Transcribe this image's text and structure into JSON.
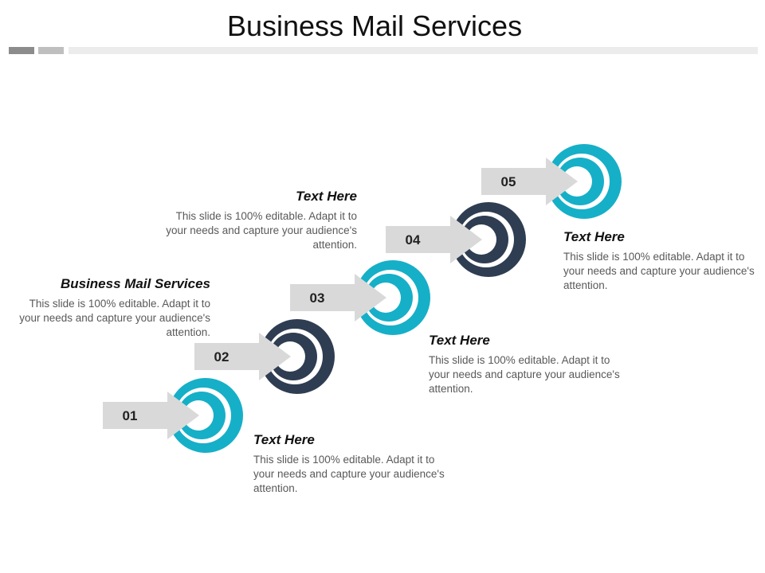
{
  "title": "Business Mail Services",
  "colors": {
    "teal": "#16afc8",
    "navy": "#2f3d52",
    "arrow": "#d9d9d9",
    "bar_dark": "#8c8c8c",
    "bar_mid": "#bfbfbf",
    "bar_light": "#ececec"
  },
  "steps": [
    {
      "number": "01",
      "color": "teal"
    },
    {
      "number": "02",
      "color": "navy"
    },
    {
      "number": "03",
      "color": "teal"
    },
    {
      "number": "04",
      "color": "navy"
    },
    {
      "number": "05",
      "color": "teal"
    }
  ],
  "labels": [
    {
      "heading": "Text Here",
      "body": "This slide is 100% editable. Adapt it to your needs and capture your audience's attention."
    },
    {
      "heading": "Business Mail Services",
      "body": "This slide is 100% editable. Adapt it to your needs and capture your audience's attention."
    },
    {
      "heading": "Text Here",
      "body": "This slide is 100% editable. Adapt it to your needs and capture your audience's attention."
    },
    {
      "heading": "Text Here",
      "body": "This slide is 100% editable. Adapt it to your needs and capture your audience's attention."
    },
    {
      "heading": "Text Here",
      "body": "This slide is 100% editable. Adapt it to your needs and capture your audience's attention."
    }
  ]
}
